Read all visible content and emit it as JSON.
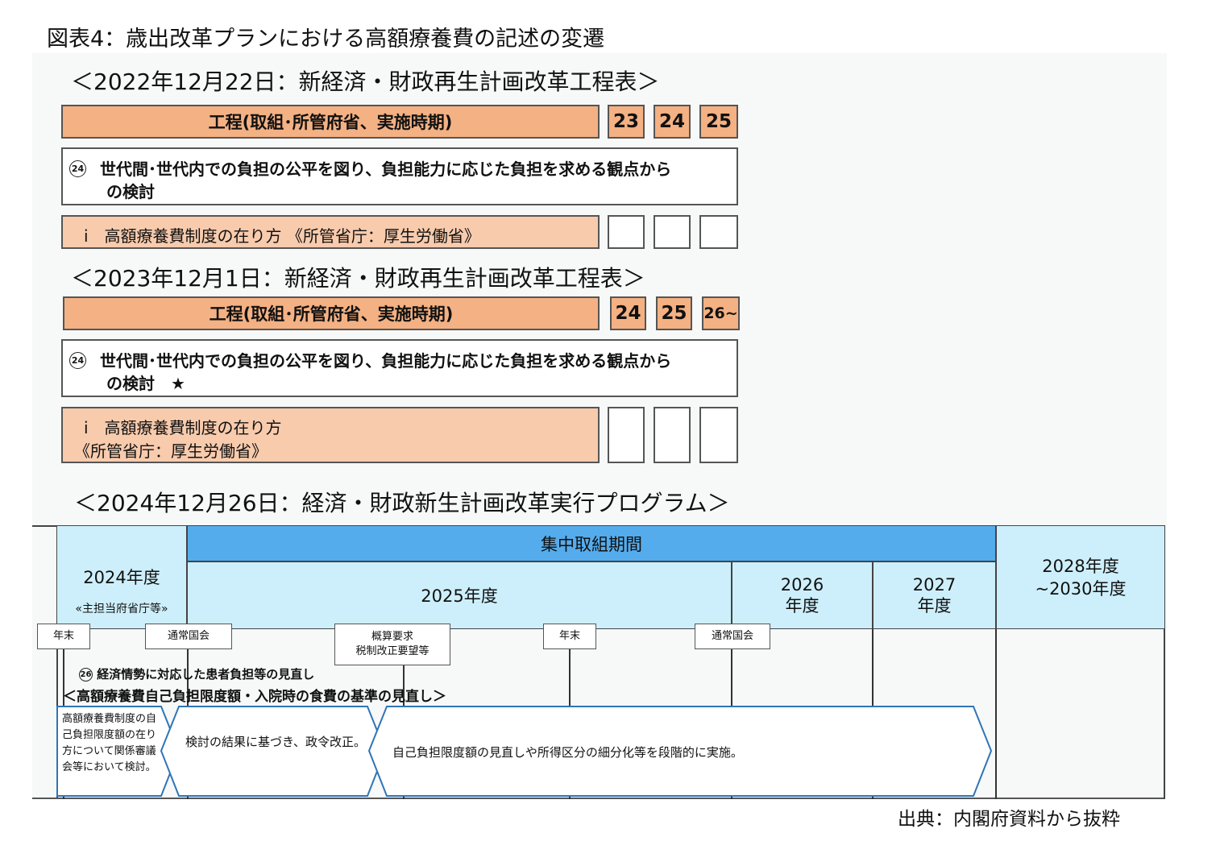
{
  "title": "図表4：歳出改革プランにおける高額療養費の記述の変遷",
  "section1": {
    "heading": "＜2022年12月22日：新経済・財政再生計画改革工程表＞",
    "header": "工程(取組･所管府省、実施時期)",
    "years": [
      "23",
      "24",
      "25"
    ],
    "item_num": "24",
    "item_text": "世代間･世代内での負担の公平を図り、負担能力に応じた負担を求める観点から",
    "item_text2": "の検討",
    "sub": "ⅰ　高額療養費制度の在り方 《所管省庁：厚生労働省》"
  },
  "section2": {
    "heading": "＜2023年12月1日：新経済・財政再生計画改革工程表＞",
    "header": "工程(取組･所管府省、実施時期)",
    "years": [
      "24",
      "25",
      "26~"
    ],
    "item_num": "24",
    "item_text": "世代間･世代内での負担の公平を図り、負担能力に応じた負担を求める観点から",
    "item_text2": "の検討　★",
    "sub1": "ⅰ　高額療養費制度の在り方",
    "sub2": "《所管省庁：厚生労働省》"
  },
  "section3": {
    "heading": "＜2024年12月26日：経済・財政新生計画改革実行プログラム＞",
    "focus": "集中取組期間",
    "fy2024": "2024年度",
    "fy2024_sub": "«主担当府省庁等»",
    "fy2025": "2025年度",
    "fy2026": "2026\n年度",
    "fy2027": "2027\n年度",
    "fy2028": "2028年度\n~2030年度",
    "tags": [
      "年末",
      "通常国会",
      "概算要求\n税制改正要望等",
      "年末",
      "通常国会"
    ],
    "item_num": "26",
    "item_title": "経済情勢に対応した患者負担等の見直し",
    "item_sub": "＜高額療養費自己負担限度額・入院時の食費の基準の見直し＞",
    "arrow1": "高額療養費制度の自己負担限度額の在り方について関係審議会等において検討。",
    "arrow2": "検討の結果に基づき、政令改正。",
    "arrow3": "自己負担限度額の見直しや所得区分の細分化等を段階的に実施。"
  },
  "source": "出典：内閣府資料から抜粋"
}
